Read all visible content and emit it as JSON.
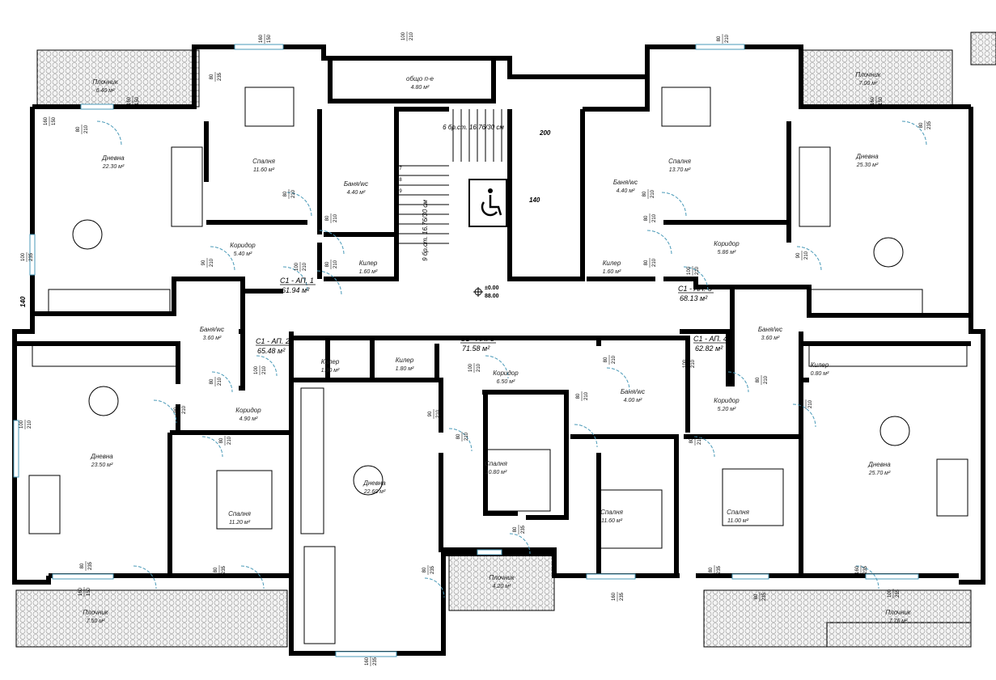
{
  "rooms": [
    {
      "name": "Плочник",
      "area": "6.40 м²"
    },
    {
      "name": "Дневна",
      "area": "22.30 м²"
    },
    {
      "name": "Спалня",
      "area": "11.60 м²"
    },
    {
      "name": "Баня/wc",
      "area": "4.40 м²"
    },
    {
      "name": "Коридор",
      "area": "5.40 м²"
    },
    {
      "name": "Килер",
      "area": "1.60 м²"
    },
    {
      "name": "общо п-е",
      "area": "4.80 м²"
    },
    {
      "name": "Спалня",
      "area": "13.70 м²"
    },
    {
      "name": "Баня/wc",
      "area": "4.40 м²"
    },
    {
      "name": "Коридор",
      "area": "5.86 м²"
    },
    {
      "name": "Килер",
      "area": "1.60 м²"
    },
    {
      "name": "Дневна",
      "area": "25.30 м²"
    },
    {
      "name": "Плочник",
      "area": "7.00 м²"
    },
    {
      "name": "Баня/wc",
      "area": "3.60 м²"
    },
    {
      "name": "Килер",
      "area": "1.80 м²"
    },
    {
      "name": "Килер",
      "area": "1.80 м²"
    },
    {
      "name": "Коридор",
      "area": "6.50 м²"
    },
    {
      "name": "Баня/wc",
      "area": "4.00 м²"
    },
    {
      "name": "Баня/wc",
      "area": "3.60 м²"
    },
    {
      "name": "Килер",
      "area": "0.80 м²"
    },
    {
      "name": "Коридор",
      "area": "4.90 м²"
    },
    {
      "name": "Коридор",
      "area": "5.20 м²"
    },
    {
      "name": "Дневна",
      "area": "23.50 м²"
    },
    {
      "name": "Спалня",
      "area": "11.20 м²"
    },
    {
      "name": "Дневна",
      "area": "22.60 м²"
    },
    {
      "name": "Спалня",
      "area": "10.80 м²"
    },
    {
      "name": "Спалня",
      "area": "11.60 м²"
    },
    {
      "name": "Спалня",
      "area": "11.00 м²"
    },
    {
      "name": "Дневна",
      "area": "25.70 м²"
    },
    {
      "name": "Плочник",
      "area": "4.20 м²"
    },
    {
      "name": "Плочник",
      "area": "7.50 м²"
    },
    {
      "name": "Плочник",
      "area": "7.76 м²"
    }
  ],
  "apartments": [
    {
      "code": "C1 - АП. 1",
      "area": "61.94 м²"
    },
    {
      "code": "C1 - АП. 5",
      "area": "68.13 м²"
    },
    {
      "code": "C1 - АП. 2",
      "area": "65.48 м²"
    },
    {
      "code": "C1 - АП. 3",
      "area": "71.58 м²"
    },
    {
      "code": "C1 - АП. 4",
      "area": "62.82 м²"
    }
  ],
  "stairs": {
    "upper": "6 бр.ст. 16.76/30 см",
    "lower": "9 бр.ст. 16.76/30 см",
    "step_numbers": [
      "7",
      "8",
      "9"
    ]
  },
  "dimensions": {
    "stair_width": "200",
    "lift_width": "140",
    "side": "140"
  },
  "level_mark": {
    "top": "±0.00",
    "bottom": "88.00"
  },
  "openings": [
    {
      "w": "100",
      "h": "210"
    },
    {
      "w": "160",
      "h": "150"
    },
    {
      "w": "80",
      "h": "235"
    },
    {
      "w": "160",
      "h": "150"
    },
    {
      "w": "80",
      "h": "210"
    },
    {
      "w": "80",
      "h": "210"
    },
    {
      "w": "80",
      "h": "210"
    },
    {
      "w": "80",
      "h": "210"
    },
    {
      "w": "100",
      "h": "210"
    },
    {
      "w": "90",
      "h": "210"
    },
    {
      "w": "100",
      "h": "235"
    },
    {
      "w": "160",
      "h": "150"
    },
    {
      "w": "160",
      "h": "150"
    },
    {
      "w": "80",
      "h": "235"
    },
    {
      "w": "80",
      "h": "210"
    },
    {
      "w": "80",
      "h": "210"
    },
    {
      "w": "80",
      "h": "210"
    },
    {
      "w": "80",
      "h": "210"
    },
    {
      "w": "100",
      "h": "210"
    },
    {
      "w": "90",
      "h": "210"
    },
    {
      "w": "100",
      "h": "210"
    },
    {
      "w": "100",
      "h": "210"
    },
    {
      "w": "100",
      "h": "210"
    },
    {
      "w": "80",
      "h": "210"
    },
    {
      "w": "80",
      "h": "210"
    },
    {
      "w": "90",
      "h": "210"
    },
    {
      "w": "90",
      "h": "210"
    },
    {
      "w": "80",
      "h": "210"
    },
    {
      "w": "80",
      "h": "210"
    },
    {
      "w": "80",
      "h": "210"
    },
    {
      "w": "80",
      "h": "210"
    },
    {
      "w": "80",
      "h": "210"
    },
    {
      "w": "80",
      "h": "210"
    },
    {
      "w": "160",
      "h": "150"
    },
    {
      "w": "80",
      "h": "235"
    },
    {
      "w": "80",
      "h": "235"
    },
    {
      "w": "160",
      "h": "235"
    },
    {
      "w": "80",
      "h": "235"
    },
    {
      "w": "160",
      "h": "235"
    },
    {
      "w": "80",
      "h": "235"
    },
    {
      "w": "80",
      "h": "235"
    },
    {
      "w": "80",
      "h": "235"
    },
    {
      "w": "160",
      "h": "235"
    },
    {
      "w": "100",
      "h": "235"
    },
    {
      "w": "100",
      "h": "210"
    }
  ],
  "colors": {
    "wall": "#000000",
    "door": "#4a9ab8",
    "terrace_hatch": "#9a9a9a"
  }
}
